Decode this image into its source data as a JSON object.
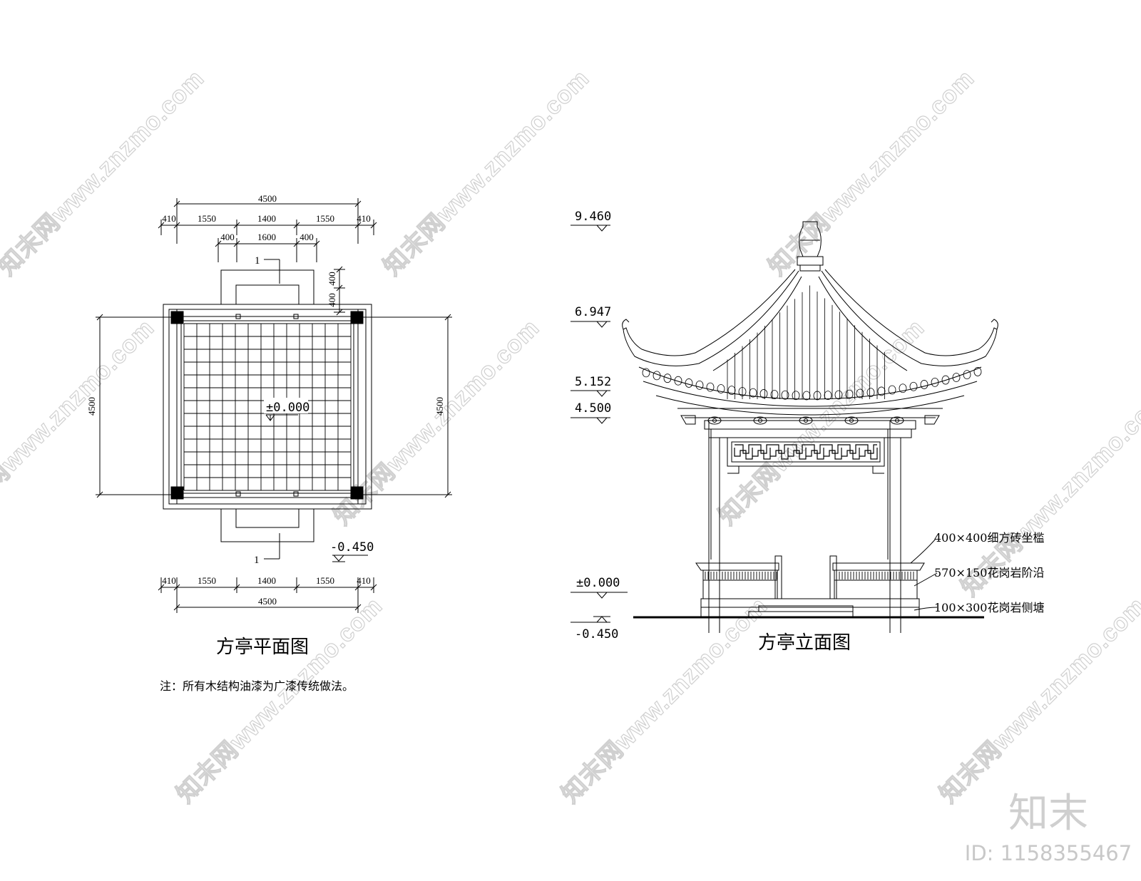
{
  "plan": {
    "title": "方亭平面图",
    "note": "注：所有木结构油漆为广漆传统做法。",
    "dims_top": {
      "overall": "4500",
      "d1": "410",
      "d2": "1550",
      "d3": "1400",
      "d4": "1550",
      "d5": "410",
      "s1": "400",
      "s2": "1600",
      "s3": "400",
      "v1": "400",
      "v2": "400"
    },
    "dims_side": {
      "left": "4500",
      "right": "4500"
    },
    "dims_bottom": {
      "d1": "410",
      "d2": "1550",
      "d3": "1400",
      "d4": "1550",
      "d5": "410",
      "overall": "4500"
    },
    "floor_level": "±0.000",
    "ground_level": "-0.450",
    "section_mark_top": "1",
    "section_mark_bottom": "1"
  },
  "elevation": {
    "title": "方亭立面图",
    "levels": [
      "9.460",
      "6.947",
      "5.152",
      "4.500",
      "±0.000",
      "-0.450"
    ],
    "callouts": [
      "400×400细方砖坐槛",
      "570×150花岗岩阶沿",
      "100×300花岗岩侧塘"
    ]
  },
  "watermark": {
    "text": "知末网www.znzmo.com",
    "brand": "知末",
    "id": "ID: 1158355467"
  }
}
